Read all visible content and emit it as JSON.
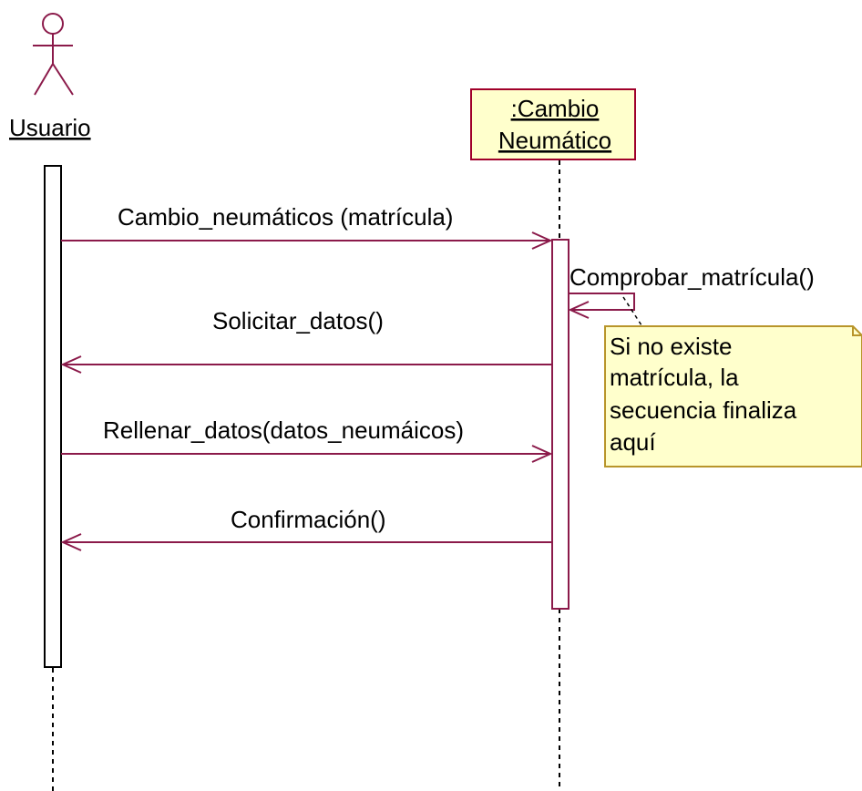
{
  "diagram": {
    "actor": {
      "name": "Usuario"
    },
    "object": {
      "line1": ":Cambio",
      "line2": "Neumático"
    },
    "messages": [
      {
        "label": "Cambio_neumáticos (matrícula)"
      },
      {
        "label": "Comprobar_matrícula()"
      },
      {
        "label": "Solicitar_datos()"
      },
      {
        "label": "Rellenar_datos(datos_neumáicos)"
      },
      {
        "label": "Confirmación()"
      }
    ],
    "note": {
      "lines": [
        "Si no existe",
        "matrícula, la",
        "secuencia finaliza",
        "aquí"
      ]
    }
  },
  "colors": {
    "message_arrow": "#8b1a4a",
    "object_fill": "#ffffcc",
    "object_border": "#a0002a",
    "note_fill": "#ffffcc",
    "note_border": "#b8952a",
    "lifeline": "#000000"
  }
}
